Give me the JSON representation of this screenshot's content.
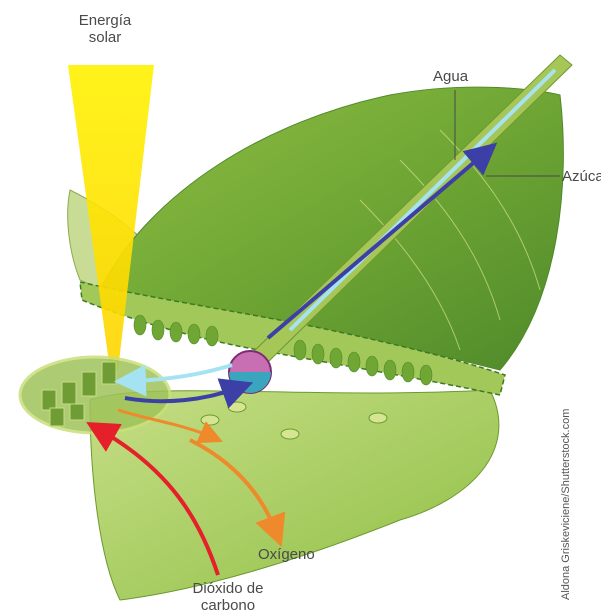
{
  "labels": {
    "solar": [
      "Energía",
      "solar"
    ],
    "water": "Agua",
    "sugar": "Azúcar",
    "oxygen": "Oxígeno",
    "co2": [
      "Dióxido de",
      "carbono"
    ]
  },
  "credit": "Aldona Griskeviciene/Shutterstock.com",
  "colors": {
    "leaf_light": "#a8c84f",
    "leaf_mid": "#7fb03a",
    "leaf_dark": "#4f8a2a",
    "inner": "#c9dc7a",
    "sunlight": "#ffe800",
    "water_arrow": "#a6e3f2",
    "sugar_arrow": "#3b3fa6",
    "oxygen_arrow": "#ef8a2c",
    "co2_arrow": "#e5202a"
  }
}
